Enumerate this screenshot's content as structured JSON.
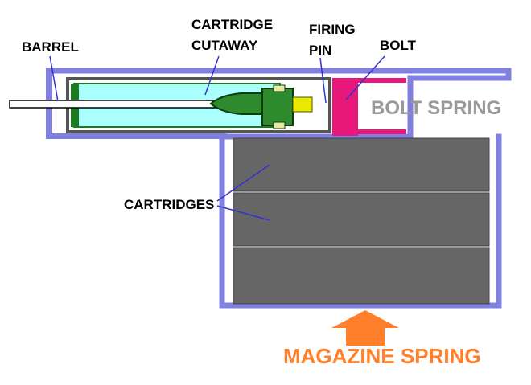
{
  "labels": {
    "barrel": "BARREL",
    "cartridge_cutaway_line1": "CARTRIDGE",
    "cartridge_cutaway_line2": "CUTAWAY",
    "firing_pin_line1": "FIRING",
    "firing_pin_line2": "PIN",
    "bolt": "BOLT",
    "bolt_spring": "BOLT SPRING",
    "cartridges": "CARTRIDGES",
    "magazine_spring": "MAGAZINE SPRING"
  },
  "colors": {
    "frame": "#8080e0",
    "frame_fill": "#ffffff",
    "chamber": "#555555",
    "cartridge_case": "#aaffff",
    "cartridge_rim": "#1e7a1e",
    "bullet": "#2d8a2d",
    "primer": "#2d8a2d",
    "firing_pin": "#e8e800",
    "bolt": "#e8177a",
    "bolt_spring_text": "#999999",
    "magazine_cartridge": "#666666",
    "magazine_spring": "#ff7f2a",
    "leader_line": "#3333cc"
  },
  "magazine": {
    "cartridge_count": 3
  }
}
